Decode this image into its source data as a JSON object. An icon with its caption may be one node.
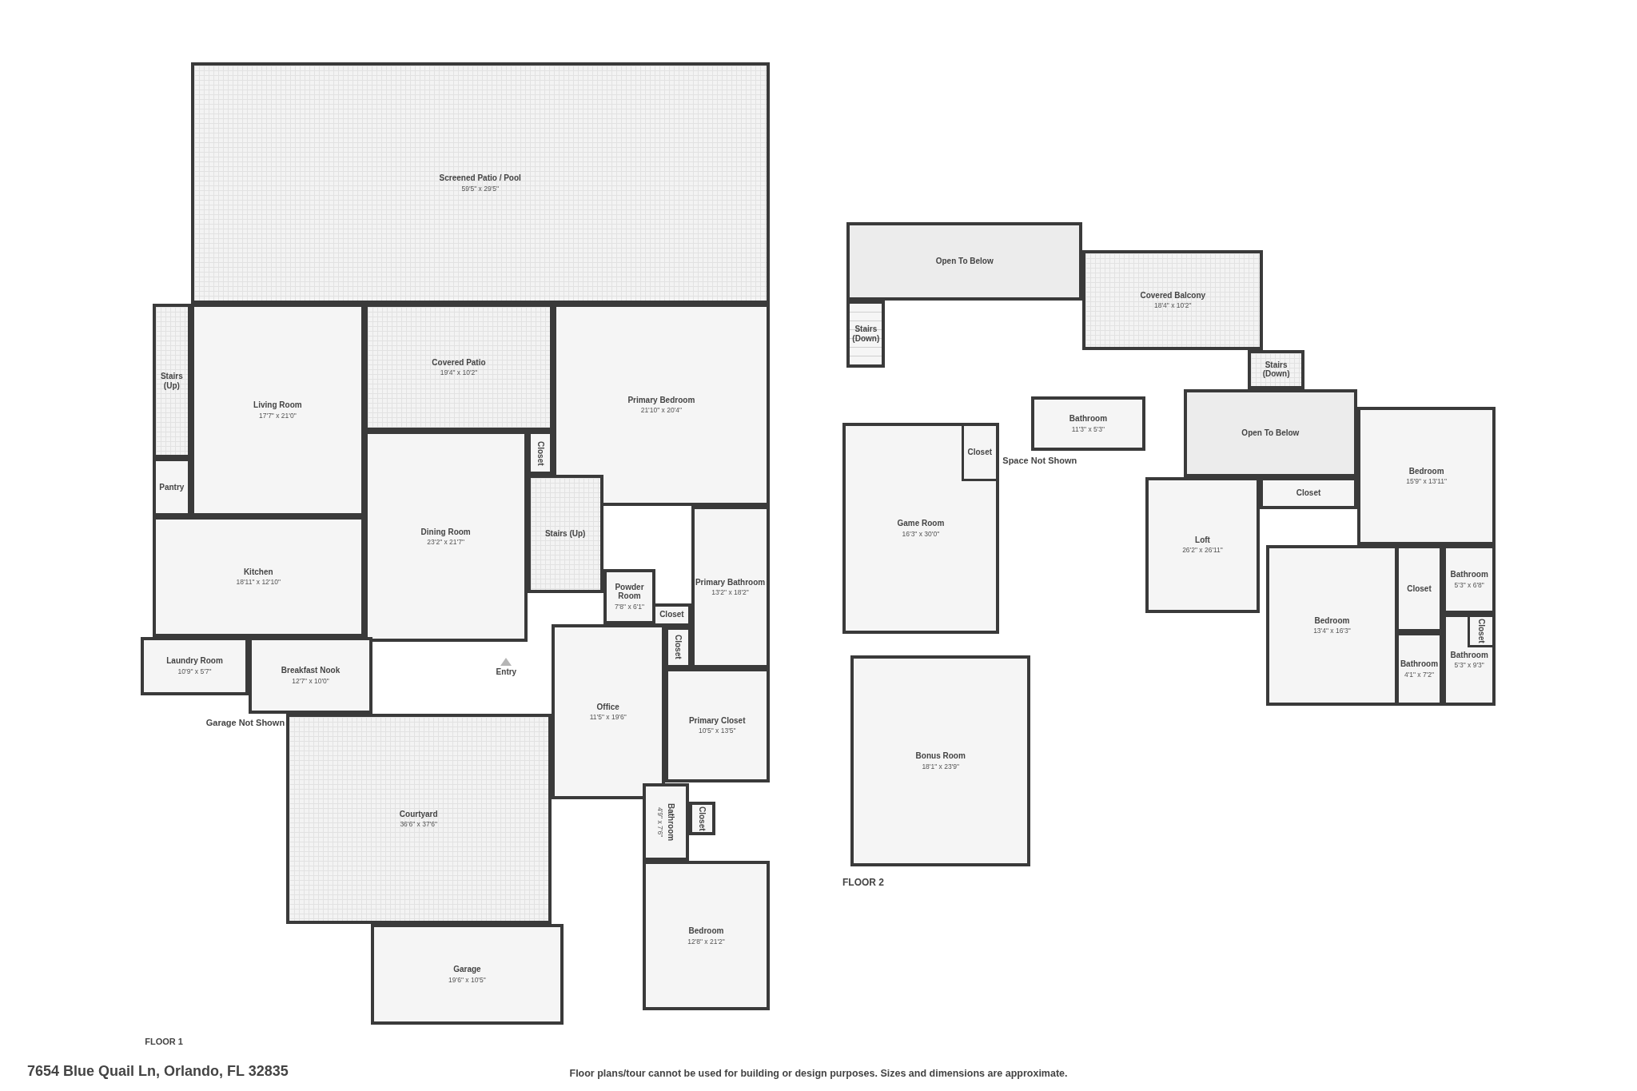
{
  "diagram": {
    "title": "7654 Blue Quail Ln, Orlando, FL 32835",
    "caption": "Floor plans/tour cannot be used for building or design purposes. Sizes and dimensions are approximate.",
    "nodes": [
      {
        "text": [
          "Screened Patio / Pool",
          "59'5\" x 29'5\""
        ]
      },
      {
        "text": [
          "Stairs (Up)"
        ]
      },
      {
        "text": [
          "Living Room",
          "17'7\" x 21'0\""
        ]
      },
      {
        "text": [
          "Covered Patio",
          "19'4\" x 10'2\""
        ]
      },
      {
        "text": [
          "Primary Bedroom",
          "21'10\" x 20'4\""
        ]
      },
      {
        "text": [
          "Closet"
        ]
      },
      {
        "text": [
          "Dining Room",
          "23'2\" x 21'7\""
        ]
      },
      {
        "text": [
          "Pantry"
        ]
      },
      {
        "text": [
          "Stairs (Up)"
        ]
      },
      {
        "text": [
          "Kitchen",
          "18'11\" x 12'10\""
        ]
      },
      {
        "text": [
          "Primary Bathroom",
          "13'2\" x 18'2\""
        ]
      },
      {
        "text": [
          "Powder Room",
          "7'8\" x 6'1\""
        ]
      },
      {
        "text": [
          "Closet"
        ]
      },
      {
        "text": [
          "Closet"
        ]
      },
      {
        "text": [
          "Laundry Room",
          "10'9\" x 5'7\""
        ]
      },
      {
        "text": [
          "Breakfast Nook",
          "12'7\" x 10'0\""
        ]
      },
      {
        "text": [
          "Entry"
        ]
      },
      {
        "text": [
          "Office",
          "11'5\" x 19'6\""
        ]
      },
      {
        "text": [
          "Primary Closet",
          "10'5\" x 13'5\""
        ]
      },
      {
        "text": [
          "Courtyard",
          "36'6\" x 37'6\""
        ]
      },
      {
        "text": [
          "Bathroom",
          "4'9\" x 7'6\""
        ]
      },
      {
        "text": [
          "Closet"
        ]
      },
      {
        "text": [
          "Bedroom",
          "12'8\" x 21'2\""
        ]
      },
      {
        "text": [
          "Garage",
          "19'6\" x 10'5\""
        ]
      },
      {
        "text": [
          "Open To Below"
        ]
      },
      {
        "text": [
          "Covered Balcony",
          "18'4\" x 10'2\""
        ]
      },
      {
        "text": [
          "Stairs (Down)"
        ]
      },
      {
        "text": [
          "Stairs (Down)"
        ]
      },
      {
        "text": [
          "Bathroom",
          "11'3\" x 5'3\""
        ]
      },
      {
        "text": [
          "Game Room",
          "16'3\" x 30'0\""
        ]
      },
      {
        "text": [
          "Closet"
        ],
        "in": 29
      },
      {
        "text": [
          "Open To Below"
        ]
      },
      {
        "text": [
          "Bedroom",
          "15'9\" x 13'11\""
        ]
      },
      {
        "text": [
          "Closet"
        ]
      },
      {
        "text": [
          "Loft",
          "26'2\" x 26'11\""
        ]
      },
      {
        "text": [
          "Bedroom",
          "13'4\" x 16'3\""
        ]
      },
      {
        "text": [
          "Closet"
        ]
      },
      {
        "text": [
          "Bathroom",
          "5'3\" x 6'8\""
        ]
      },
      {
        "text": [
          "Bathroom",
          "4'1\" x 7'2\""
        ]
      },
      {
        "text": [
          "Bathroom",
          "5'3\" x 9'3\""
        ]
      },
      {
        "text": [
          "Closet"
        ],
        "in": 39
      },
      {
        "text": [
          "Bonus Room",
          "18'1\" x 23'9\""
        ]
      }
    ],
    "labels": [
      "Garage Not Shown",
      "FLOOR 1",
      "Space Not Shown",
      "FLOOR 2"
    ]
  }
}
